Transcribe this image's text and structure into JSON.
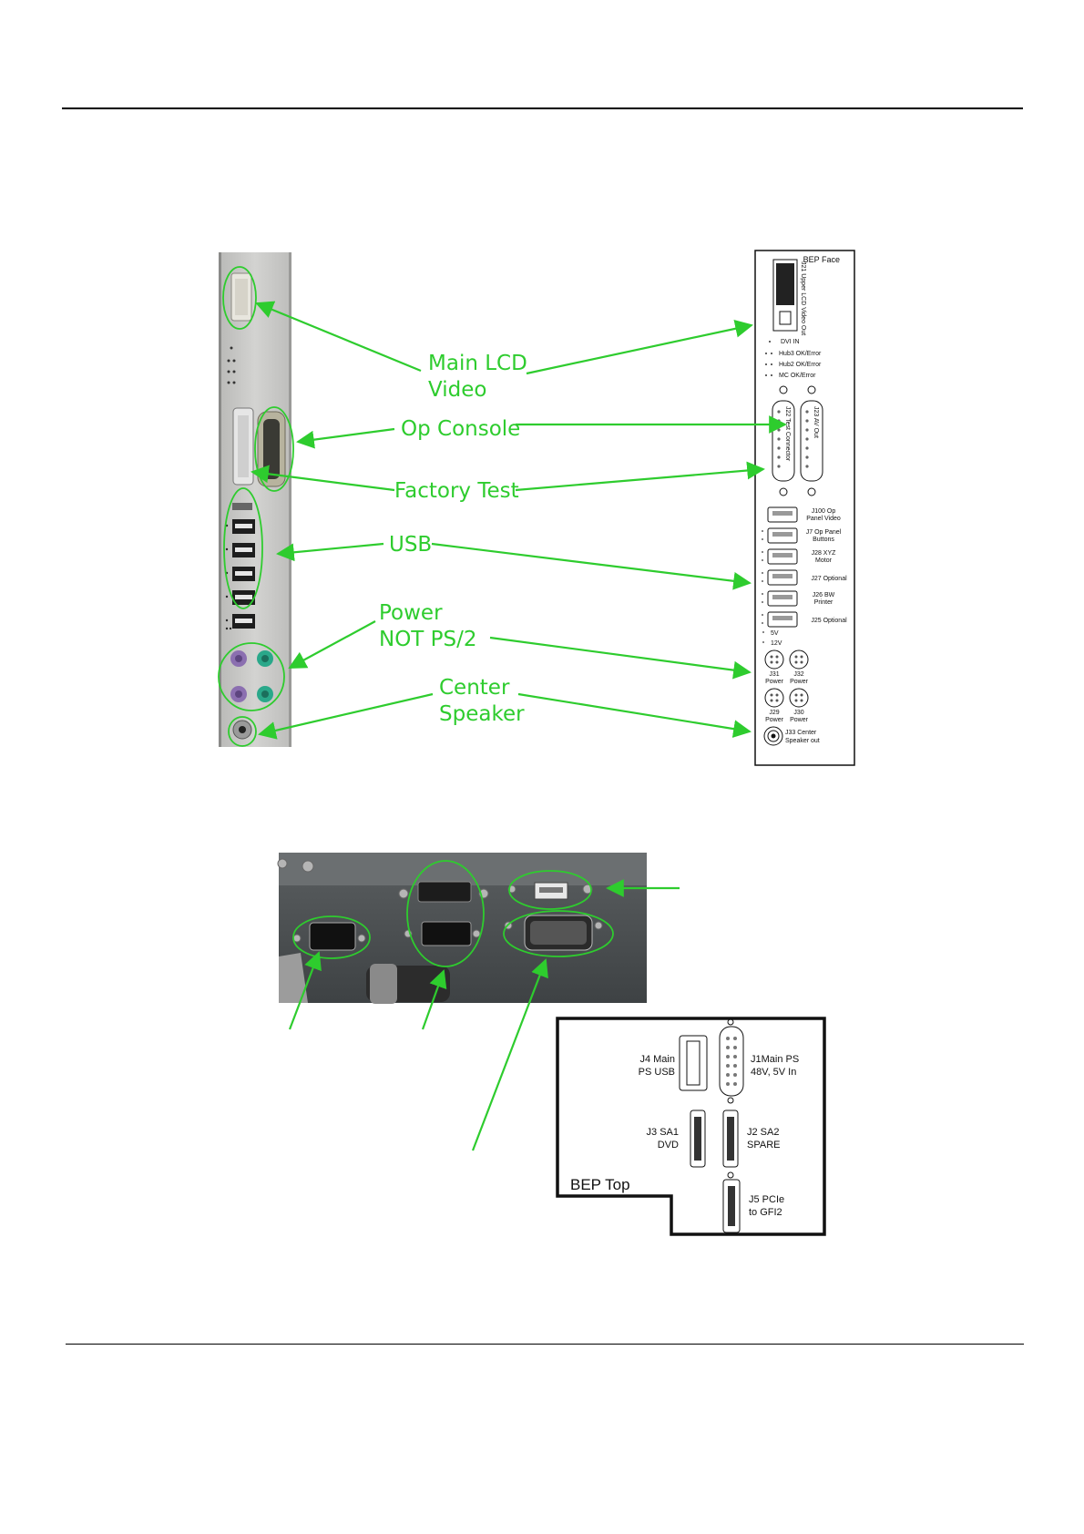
{
  "callouts": {
    "main_lcd_line1": "Main LCD",
    "main_lcd_line2": "Video",
    "op_console": "Op Console",
    "factory_test": "Factory Test",
    "usb": "USB",
    "power_line1": "Power",
    "power_line2": "NOT PS/2",
    "center_line1": "Center",
    "center_line2": "Speaker"
  },
  "bep_face": {
    "title": "BEP Face",
    "j21": "J21 Upper LCD Video Out",
    "led_labels": [
      "DVI IN",
      "Hub3 OK/Error",
      "Hub2 OK/Error",
      "MC OK/Error"
    ],
    "j22": "J22 Test Connector",
    "j23": "J23 AV Out",
    "usb_ports": [
      {
        "l1": "J100 Op",
        "l2": "Panel Video"
      },
      {
        "l1": "J7 Op Panel",
        "l2": "Buttons"
      },
      {
        "l1": "J28 XYZ",
        "l2": "Motor"
      },
      {
        "l1": "J27 Optional",
        "l2": ""
      },
      {
        "l1": "J26 BW",
        "l2": "Printer"
      },
      {
        "l1": "J25 Optional",
        "l2": ""
      }
    ],
    "volt_5": "5V",
    "volt_12": "12V",
    "power_ports": [
      {
        "l1": "J31",
        "l2": "Power"
      },
      {
        "l1": "J32",
        "l2": "Power"
      },
      {
        "l1": "J29",
        "l2": "Power"
      },
      {
        "l1": "J30",
        "l2": "Power"
      }
    ],
    "speaker_l1": "J33 Center",
    "speaker_l2": "Speaker out"
  },
  "bep_top": {
    "title": "BEP Top",
    "j4_l1": "J4 Main",
    "j4_l2": "PS USB",
    "j1_l1": "J1Main PS",
    "j1_l2": "48V, 5V In",
    "j3_l1": "J3 SA1",
    "j3_l2": "DVD",
    "j2_l1": "J2 SA2",
    "j2_l2": "SPARE",
    "j5_l1": "J5 PCIe",
    "j5_l2": "to GFI2"
  },
  "colors": {
    "callout_green": "#2ecc2e",
    "panel_gray": "#c9c9c7",
    "dark_gray": "#4a4d4f"
  }
}
